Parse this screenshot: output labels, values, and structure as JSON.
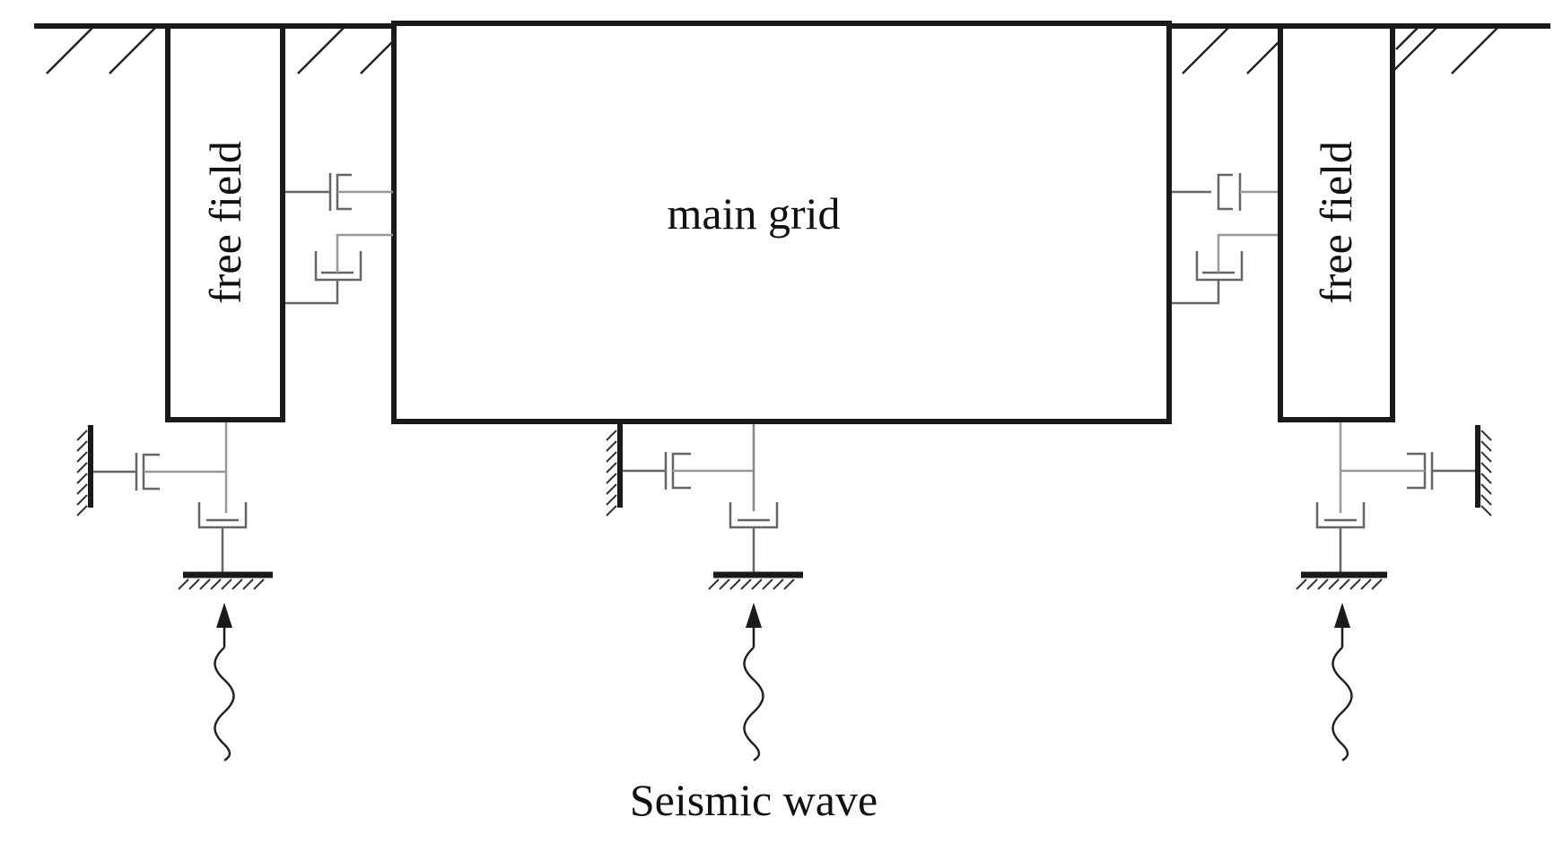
{
  "labels": {
    "main": "main grid",
    "free_field_left": "free field",
    "free_field_right": "free field",
    "caption": "Seismic wave"
  },
  "colors": {
    "heavy": "#1a1a1a",
    "spring": "#555555",
    "light": "#999999"
  },
  "icons": {
    "dashpot": "dashpot-icon",
    "ground": "fixed-ground-hatch-icon",
    "arrow": "up-arrow-icon",
    "wave": "wavy-line-icon"
  }
}
